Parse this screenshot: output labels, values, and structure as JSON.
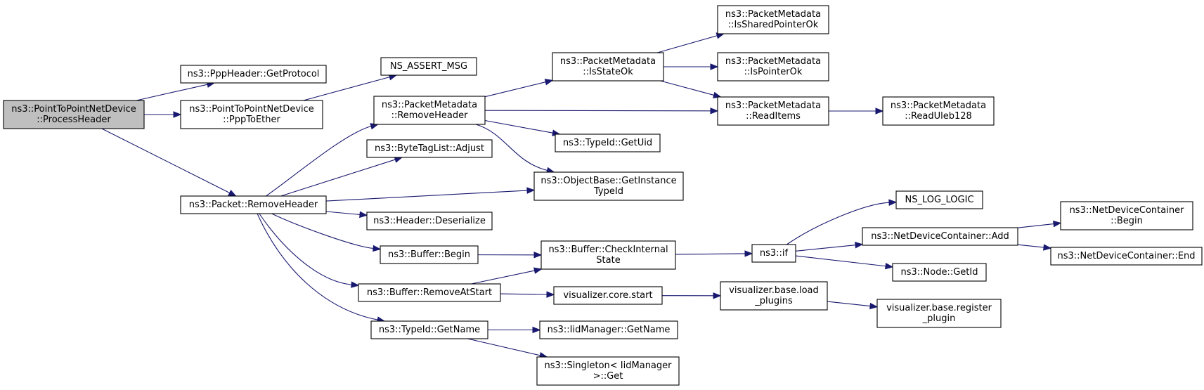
{
  "graph": {
    "type": "call-graph",
    "nodes": [
      {
        "id": "root",
        "lines": [
          "ns3::PointToPointNetDevice",
          "::ProcessHeader"
        ],
        "highlight": true
      },
      {
        "id": "ppp_getprotocol",
        "lines": [
          "ns3::PppHeader::GetProtocol"
        ]
      },
      {
        "id": "ppptoether",
        "lines": [
          "ns3::PointToPointNetDevice",
          "::PppToEther"
        ]
      },
      {
        "id": "ns_assert_msg",
        "lines": [
          "NS_ASSERT_MSG"
        ]
      },
      {
        "id": "packet_removeheader",
        "lines": [
          "ns3::Packet::RemoveHeader"
        ]
      },
      {
        "id": "pm_removeheader",
        "lines": [
          "ns3::PacketMetadata",
          "::RemoveHeader"
        ]
      },
      {
        "id": "bytetaglist_adjust",
        "lines": [
          "ns3::ByteTagList::Adjust"
        ]
      },
      {
        "id": "header_deserialize",
        "lines": [
          "ns3::Header::Deserialize"
        ]
      },
      {
        "id": "buffer_begin",
        "lines": [
          "ns3::Buffer::Begin"
        ]
      },
      {
        "id": "buffer_removeatstart",
        "lines": [
          "ns3::Buffer::RemoveAtStart"
        ]
      },
      {
        "id": "typeid_getname",
        "lines": [
          "ns3::TypeId::GetName"
        ]
      },
      {
        "id": "pm_isstateok",
        "lines": [
          "ns3::PacketMetadata",
          "::IsStateOk"
        ]
      },
      {
        "id": "typeid_getuid",
        "lines": [
          "ns3::TypeId::GetUid"
        ]
      },
      {
        "id": "objectbase_getinstancetypeid",
        "lines": [
          "ns3::ObjectBase::GetInstance",
          "TypeId"
        ]
      },
      {
        "id": "buffer_checkinternalstate",
        "lines": [
          "ns3::Buffer::CheckInternal",
          "State"
        ]
      },
      {
        "id": "visualizer_core_start",
        "lines": [
          "visualizer.core.start"
        ]
      },
      {
        "id": "iidmanager_getname",
        "lines": [
          "ns3::IidManager::GetName"
        ]
      },
      {
        "id": "singleton_get",
        "lines": [
          "ns3::Singleton< IidManager",
          ">::Get"
        ]
      },
      {
        "id": "pm_issharedpointerok",
        "lines": [
          "ns3::PacketMetadata",
          "::IsSharedPointerOk"
        ]
      },
      {
        "id": "pm_ispointerok",
        "lines": [
          "ns3::PacketMetadata",
          "::IsPointerOk"
        ]
      },
      {
        "id": "pm_readitems",
        "lines": [
          "ns3::PacketMetadata",
          "::ReadItems"
        ]
      },
      {
        "id": "ns3_if",
        "lines": [
          "ns3::if"
        ]
      },
      {
        "id": "visualizer_base_load_plugins",
        "lines": [
          "visualizer.base.load",
          "_plugins"
        ]
      },
      {
        "id": "pm_readuleb128",
        "lines": [
          "ns3::PacketMetadata",
          "::ReadUleb128"
        ]
      },
      {
        "id": "ns_log_logic",
        "lines": [
          "NS_LOG_LOGIC"
        ]
      },
      {
        "id": "netdevicecontainer_add",
        "lines": [
          "ns3::NetDeviceContainer::Add"
        ]
      },
      {
        "id": "node_getid",
        "lines": [
          "ns3::Node::GetId"
        ]
      },
      {
        "id": "visualizer_base_register_plugin",
        "lines": [
          "visualizer.base.register",
          "_plugin"
        ]
      },
      {
        "id": "netdevicecontainer_begin",
        "lines": [
          "ns3::NetDeviceContainer",
          "::Begin"
        ]
      },
      {
        "id": "netdevicecontainer_end",
        "lines": [
          "ns3::NetDeviceContainer::End"
        ]
      }
    ],
    "edges": [
      {
        "from": "root",
        "to": "ppp_getprotocol"
      },
      {
        "from": "root",
        "to": "ppptoether"
      },
      {
        "from": "root",
        "to": "packet_removeheader"
      },
      {
        "from": "ppptoether",
        "to": "ns_assert_msg"
      },
      {
        "from": "packet_removeheader",
        "to": "pm_removeheader"
      },
      {
        "from": "packet_removeheader",
        "to": "bytetaglist_adjust"
      },
      {
        "from": "packet_removeheader",
        "to": "objectbase_getinstancetypeid"
      },
      {
        "from": "packet_removeheader",
        "to": "header_deserialize"
      },
      {
        "from": "packet_removeheader",
        "to": "buffer_begin"
      },
      {
        "from": "packet_removeheader",
        "to": "buffer_removeatstart"
      },
      {
        "from": "packet_removeheader",
        "to": "typeid_getname"
      },
      {
        "from": "pm_removeheader",
        "to": "pm_isstateok"
      },
      {
        "from": "pm_removeheader",
        "to": "pm_readitems"
      },
      {
        "from": "pm_removeheader",
        "to": "typeid_getuid"
      },
      {
        "from": "pm_removeheader",
        "to": "objectbase_getinstancetypeid"
      },
      {
        "from": "pm_isstateok",
        "to": "pm_issharedpointerok"
      },
      {
        "from": "pm_isstateok",
        "to": "pm_ispointerok"
      },
      {
        "from": "pm_isstateok",
        "to": "pm_readitems"
      },
      {
        "from": "pm_readitems",
        "to": "pm_readuleb128"
      },
      {
        "from": "buffer_begin",
        "to": "buffer_checkinternalstate"
      },
      {
        "from": "buffer_removeatstart",
        "to": "buffer_checkinternalstate"
      },
      {
        "from": "buffer_removeatstart",
        "to": "visualizer_core_start"
      },
      {
        "from": "buffer_checkinternalstate",
        "to": "ns3_if"
      },
      {
        "from": "ns3_if",
        "to": "ns_log_logic"
      },
      {
        "from": "ns3_if",
        "to": "netdevicecontainer_add"
      },
      {
        "from": "ns3_if",
        "to": "node_getid"
      },
      {
        "from": "netdevicecontainer_add",
        "to": "netdevicecontainer_begin"
      },
      {
        "from": "netdevicecontainer_add",
        "to": "netdevicecontainer_end"
      },
      {
        "from": "visualizer_core_start",
        "to": "visualizer_base_load_plugins"
      },
      {
        "from": "visualizer_base_load_plugins",
        "to": "visualizer_base_register_plugin"
      },
      {
        "from": "typeid_getname",
        "to": "iidmanager_getname"
      },
      {
        "from": "typeid_getname",
        "to": "singleton_get"
      }
    ],
    "colors": {
      "edge": "#191970",
      "border": "#000000",
      "highlight_fill": "#bfbfbf",
      "fill": "#ffffff"
    }
  }
}
